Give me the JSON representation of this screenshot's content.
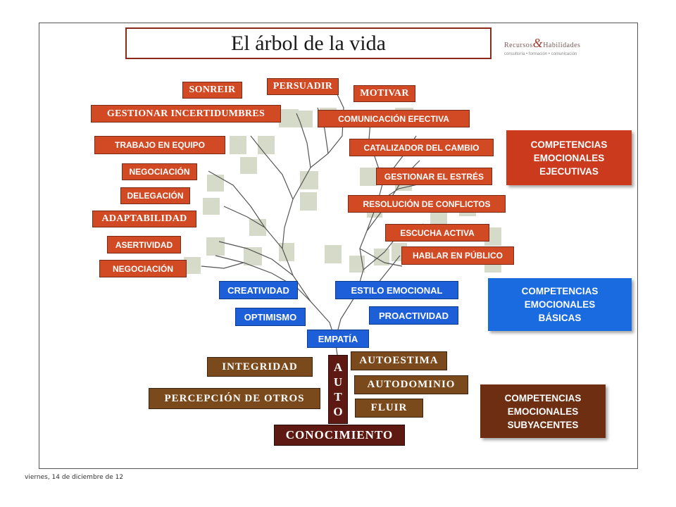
{
  "title": "El árbol de la vida",
  "logo": {
    "name_part1": "Recursos",
    "amp": "&",
    "name_part2": "Habilidades",
    "tagline": "consultoría • formación • comunicación"
  },
  "labels": {
    "sonreir": "SONREIR",
    "persuadir": "PERSUADIR",
    "motivar": "MOTIVAR",
    "gestionar_incertidumbres": "GESTIONAR INCERTIDUMBRES",
    "comunicacion_efectiva": "COMUNICACIÓN EFECTIVA",
    "trabajo_en_equipo": "TRABAJO EN EQUIPO",
    "catalizador": "CATALIZADOR DEL CAMBIO",
    "negociacion_1": "NEGOCIACIÓN",
    "gestionar_estres": "GESTIONAR EL ESTRÉS",
    "delegacion": "DELEGACIÓN",
    "resolucion": "RESOLUCIÓN DE CONFLICTOS",
    "adaptabilidad": "ADAPTABILIDAD",
    "escucha_activa": "ESCUCHA ACTIVA",
    "asertividad": "ASERTIVIDAD",
    "hablar_publico": "HABLAR EN PÚBLICO",
    "negociacion_2": "NEGOCIACIÓN",
    "creatividad": "CREATIVIDAD",
    "estilo_emocional": "ESTILO EMOCIONAL",
    "optimismo": "OPTIMISMO",
    "proactividad": "PROACTIVIDAD",
    "empatia": "EMPATÍA",
    "integridad": "INTEGRIDAD",
    "autoestima": "AUTOESTIMA",
    "autodominio": "AUTODOMINIO",
    "percepcion": "PERCEPCIÓN DE OTROS",
    "fluir": "FLUIR",
    "conocimiento": "CONOCIMIENTO",
    "auto_letters": [
      "A",
      "U",
      "T",
      "O"
    ]
  },
  "categories": {
    "ejecutivas": "COMPETENCIAS\nEMOCIONALES\nEJECUTIVAS",
    "basicas": "COMPETENCIAS\nEMOCIONALES\nBÁSICAS",
    "subyacentes": "COMPETENCIAS\nEMOCIONALES\nSUBYACENTES"
  },
  "colors": {
    "executive": "#d24a24",
    "basic": "#1d5fd8",
    "underlying": "#7a4a1c",
    "root": "#5e1a12",
    "category_executive": "#cc3a1e",
    "category_basic": "#1a6be0",
    "category_underlying": "#6e2e12"
  },
  "footer": "viernes, 14 de diciembre de 12"
}
